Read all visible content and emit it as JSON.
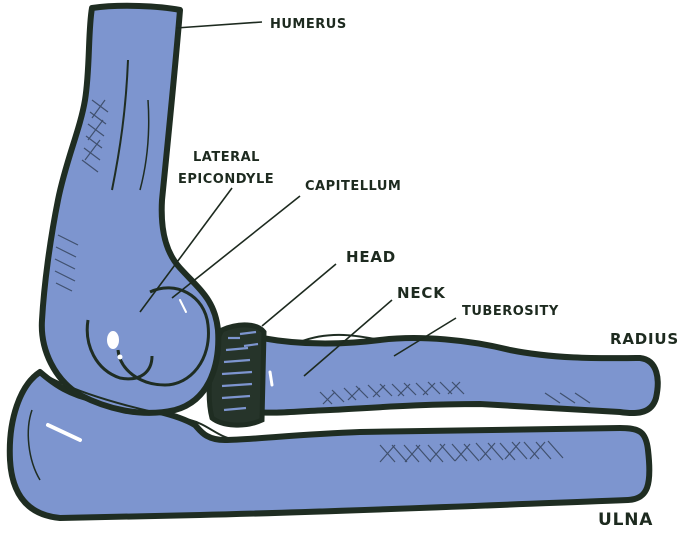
{
  "diagram": {
    "labels": {
      "humerus": "HUMERUS",
      "lateral_epicondyle_line1": "LATERAL",
      "lateral_epicondyle_line2": "EPICONDYLE",
      "capitellum": "CAPITELLUM",
      "head": "HEAD",
      "neck": "NECK",
      "tuberosity": "TUBEROSITY",
      "radius": "RADIUS",
      "ulna": "ULNA"
    },
    "colors": {
      "bone_fill": "#7d95cf",
      "outline": "#1f2d22",
      "highlight": "#ffffff",
      "background": "#ffffff"
    }
  }
}
